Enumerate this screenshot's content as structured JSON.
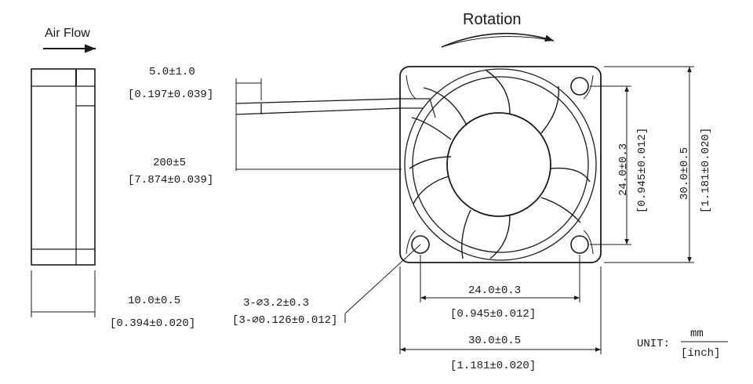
{
  "header": {
    "airflow_label": "Air Flow",
    "rotation_label": "Rotation"
  },
  "dimensions": {
    "lead_strip_mm": "5.0±1.0",
    "lead_strip_inch": "[0.197±0.039]",
    "lead_length_mm": "200±5",
    "lead_length_inch": "[7.874±0.039]",
    "thickness_mm": "10.0±0.5",
    "thickness_inch": "[0.394±0.020]",
    "hole_mm": "3-⌀3.2±0.3",
    "hole_inch": "[3-⌀0.126±0.012]",
    "hole_spacing_h_mm": "24.0±0.3",
    "hole_spacing_h_inch": "[0.945±0.012]",
    "frame_width_mm": "30.0±0.5",
    "frame_width_inch": "[1.181±0.020]",
    "hole_spacing_v_mm": "24.0±0.3",
    "hole_spacing_v_inch": "[0.945±0.012]",
    "frame_height_mm": "30.0±0.5",
    "frame_height_inch": "[1.181±0.020]"
  },
  "unit": {
    "label": "UNIT:",
    "numerator": "mm",
    "denominator": "[inch]"
  }
}
